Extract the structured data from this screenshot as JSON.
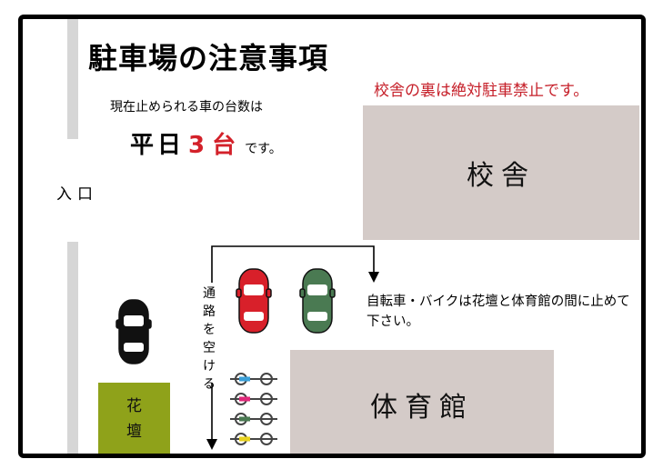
{
  "title": "駐車場の注意事項",
  "notice": "校舎の裏は絶対駐車禁止です。",
  "currently_allowed_label": "現在止められる車の台数は",
  "weekday_label": "平日",
  "car_count": "3",
  "car_unit": "台",
  "desu": "です。",
  "entrance": "入口",
  "school_building": "校舎",
  "gymnasium": "体育館",
  "flower_bed": "花壇",
  "bike_notice": "自転車・バイクは花壇と体育館の間に止めて下さい。",
  "aisle_label": "通路を空ける",
  "colors": {
    "accent_red": "#c6202a",
    "car_red": "#d8202a",
    "car_green": "#4a7a52",
    "car_black": "#111111",
    "building": "#d4cbc8",
    "flower_bed": "#8fa21a",
    "bike_colors": [
      "#3aa0d8",
      "#e0287a",
      "#4a7a52",
      "#e8d21e"
    ]
  },
  "icons": [
    "car-red-icon",
    "car-green-icon",
    "car-black-icon",
    "bicycle-icon",
    "arrow-down-icon"
  ]
}
